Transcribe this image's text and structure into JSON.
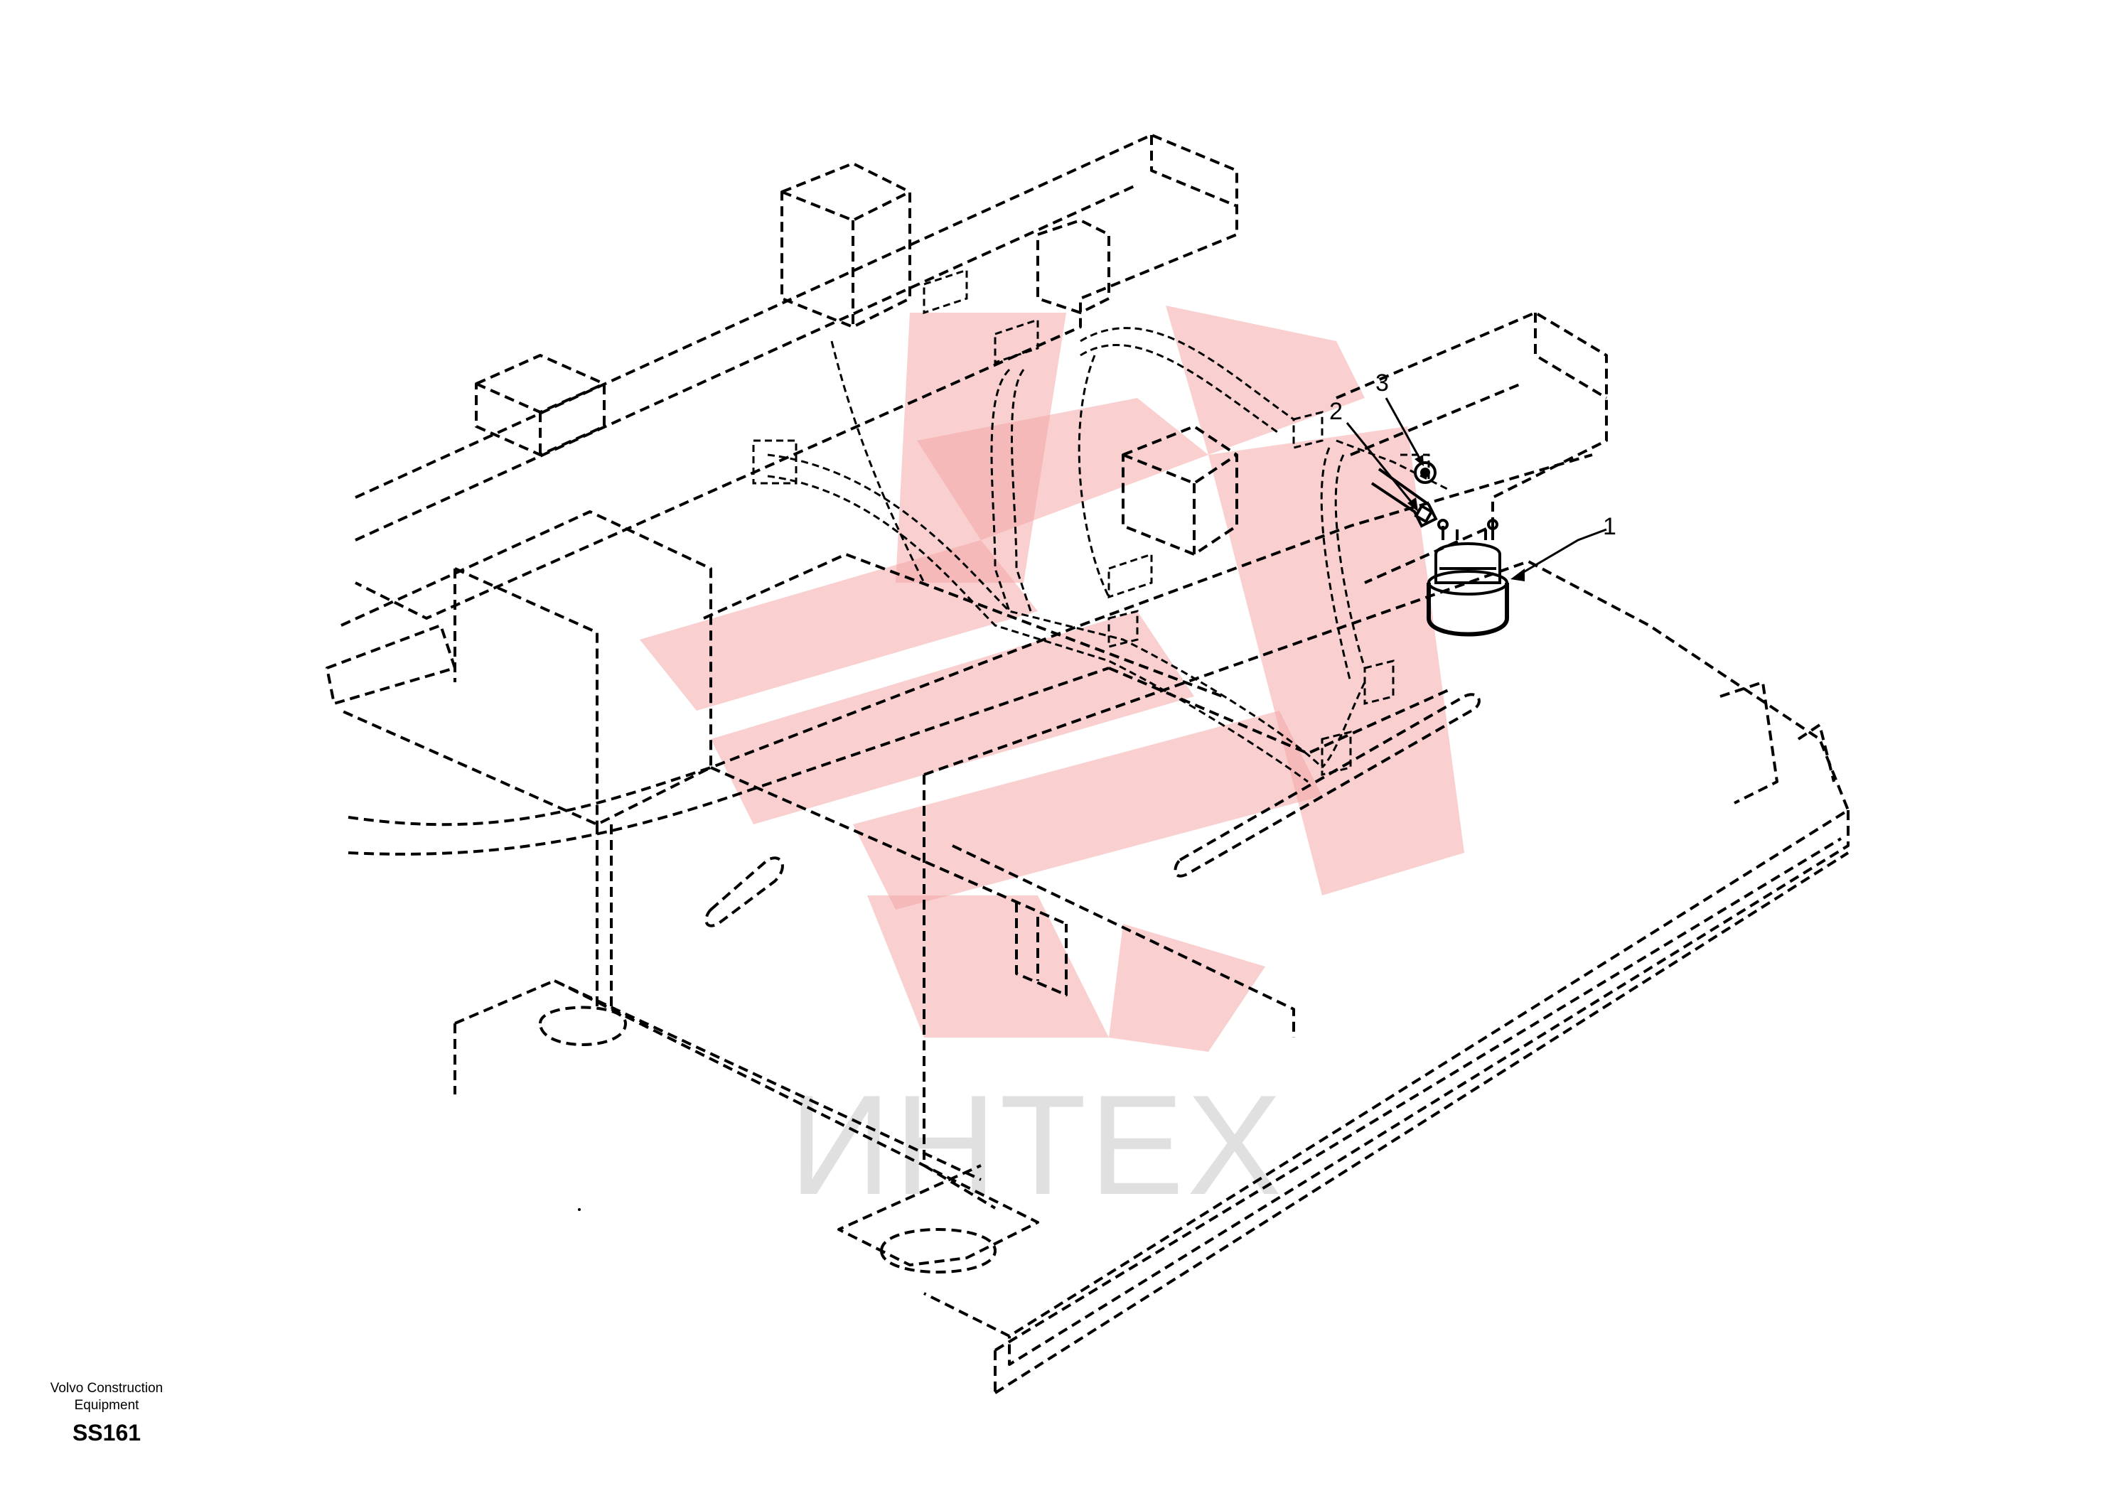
{
  "diagram": {
    "callouts": [
      {
        "label": "1",
        "part": "solenoid-relay"
      },
      {
        "label": "2",
        "part": "cable-lug"
      },
      {
        "label": "3",
        "part": "nut"
      }
    ],
    "watermark_text": "ИНТЕХ",
    "watermark_color": "#f4a8a8"
  },
  "footer": {
    "manufacturer_line1": "Volvo Construction",
    "manufacturer_line2": "Equipment",
    "page_code": "SS161"
  }
}
